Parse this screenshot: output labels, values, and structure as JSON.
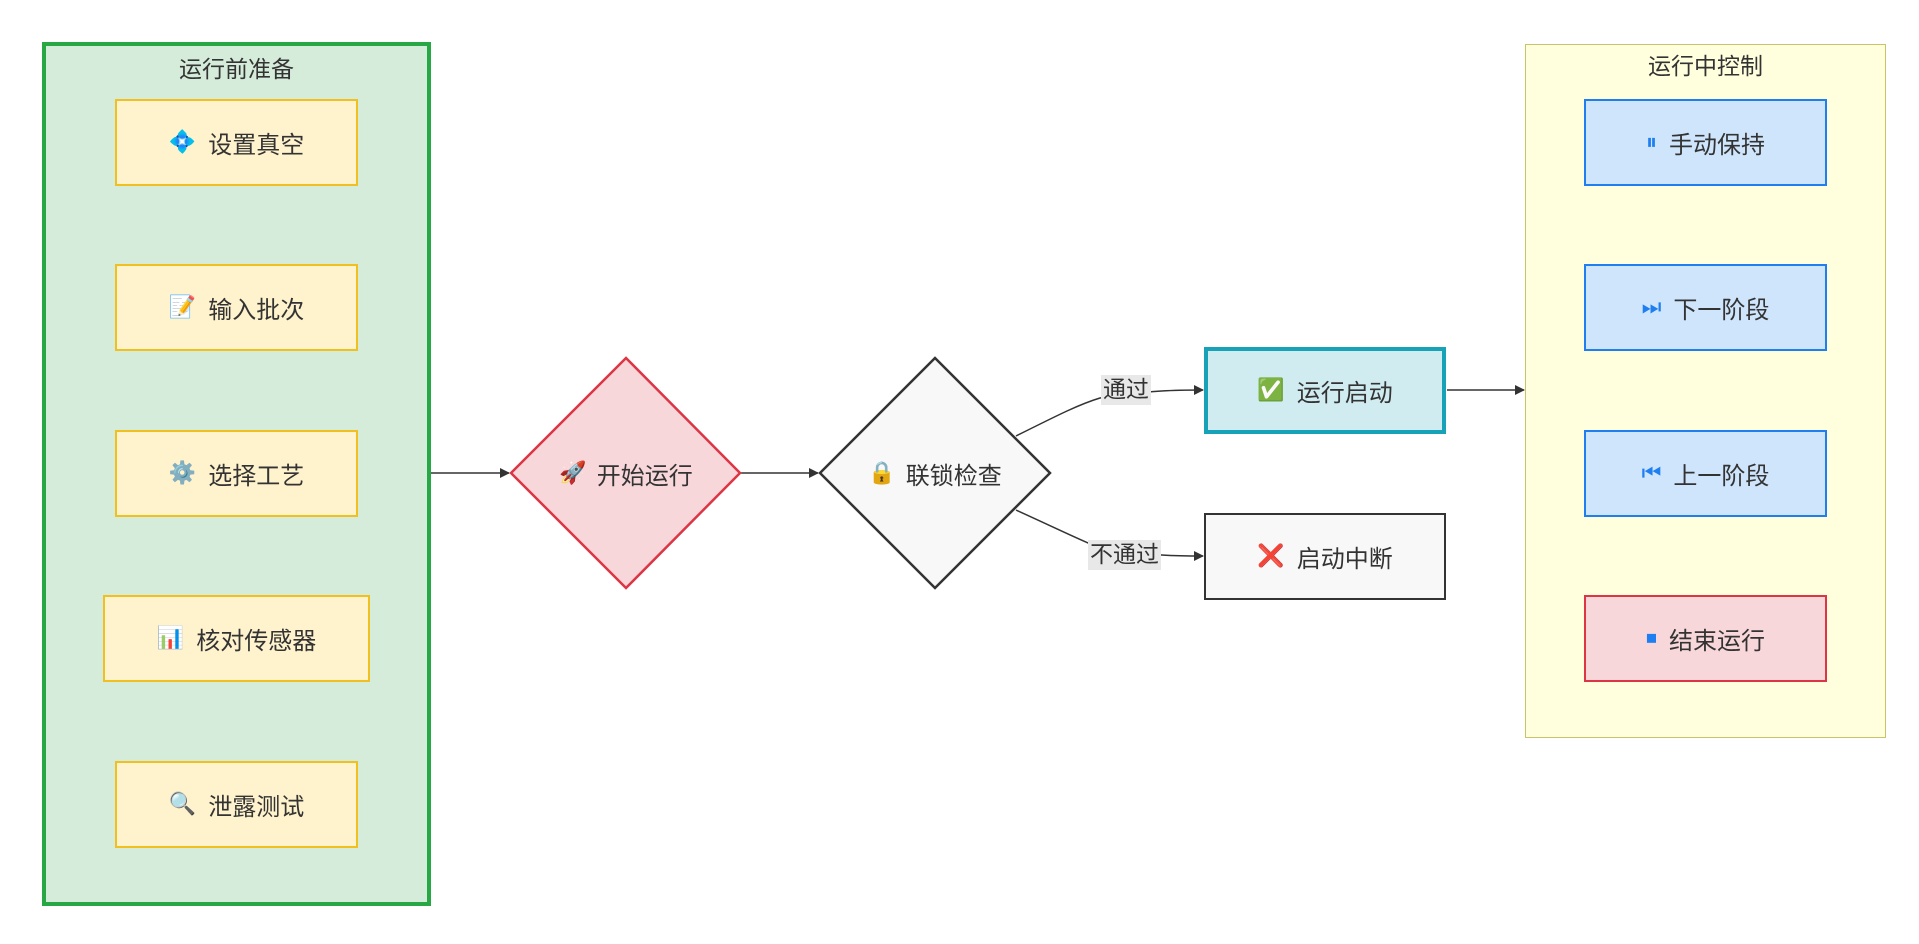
{
  "groups": {
    "pre": {
      "title": "运行前准备",
      "items": [
        {
          "icon": "💠",
          "icon_name": "sparkle-gem-icon",
          "label": "设置真空"
        },
        {
          "icon": "📝",
          "icon_name": "memo-icon",
          "label": "输入批次"
        },
        {
          "icon": "⚙️",
          "icon_name": "gear-icon",
          "label": "选择工艺"
        },
        {
          "icon": "📊",
          "icon_name": "bar-chart-icon",
          "label": "核对传感器"
        },
        {
          "icon": "🔍",
          "icon_name": "magnifier-icon",
          "label": "泄露测试"
        }
      ]
    },
    "running": {
      "title": "运行中控制",
      "items": [
        {
          "icon": "⏸",
          "icon_name": "pause-icon",
          "label": "手动保持"
        },
        {
          "icon": "⏭",
          "icon_name": "next-track-icon",
          "label": "下一阶段"
        },
        {
          "icon": "⏮",
          "icon_name": "previous-track-icon",
          "label": "上一阶段"
        },
        {
          "icon": "⏹",
          "icon_name": "stop-icon",
          "label": "结束运行"
        }
      ]
    }
  },
  "nodes": {
    "start": {
      "icon": "🚀",
      "icon_name": "rocket-icon",
      "label": "开始运行"
    },
    "interlock": {
      "icon": "🔒",
      "icon_name": "lock-icon",
      "label": "联锁检查"
    },
    "started": {
      "icon": "✅",
      "icon_name": "check-mark-icon",
      "label": "运行启动"
    },
    "aborted": {
      "icon": "❌",
      "icon_name": "cross-mark-icon",
      "label": "启动中断"
    }
  },
  "edges": {
    "pass": "通过",
    "fail": "不通过"
  },
  "colors": {
    "pre_bg": "#d4ecd9",
    "pre_border": "#28a745",
    "yellow_bg": "#fff3cd",
    "yellow_border": "#f0c020",
    "run_bg": "#ffffde",
    "run_border": "#c8c46a",
    "blue_bg": "#cfe5fc",
    "blue_border": "#1f7ff0",
    "red_bg": "#f8d7da",
    "red_border": "#dc3545",
    "teal_bg": "#d1ecf1",
    "teal_border": "#17a2b8",
    "grey_bg": "#f8f8f8",
    "grey_border": "#333333"
  }
}
